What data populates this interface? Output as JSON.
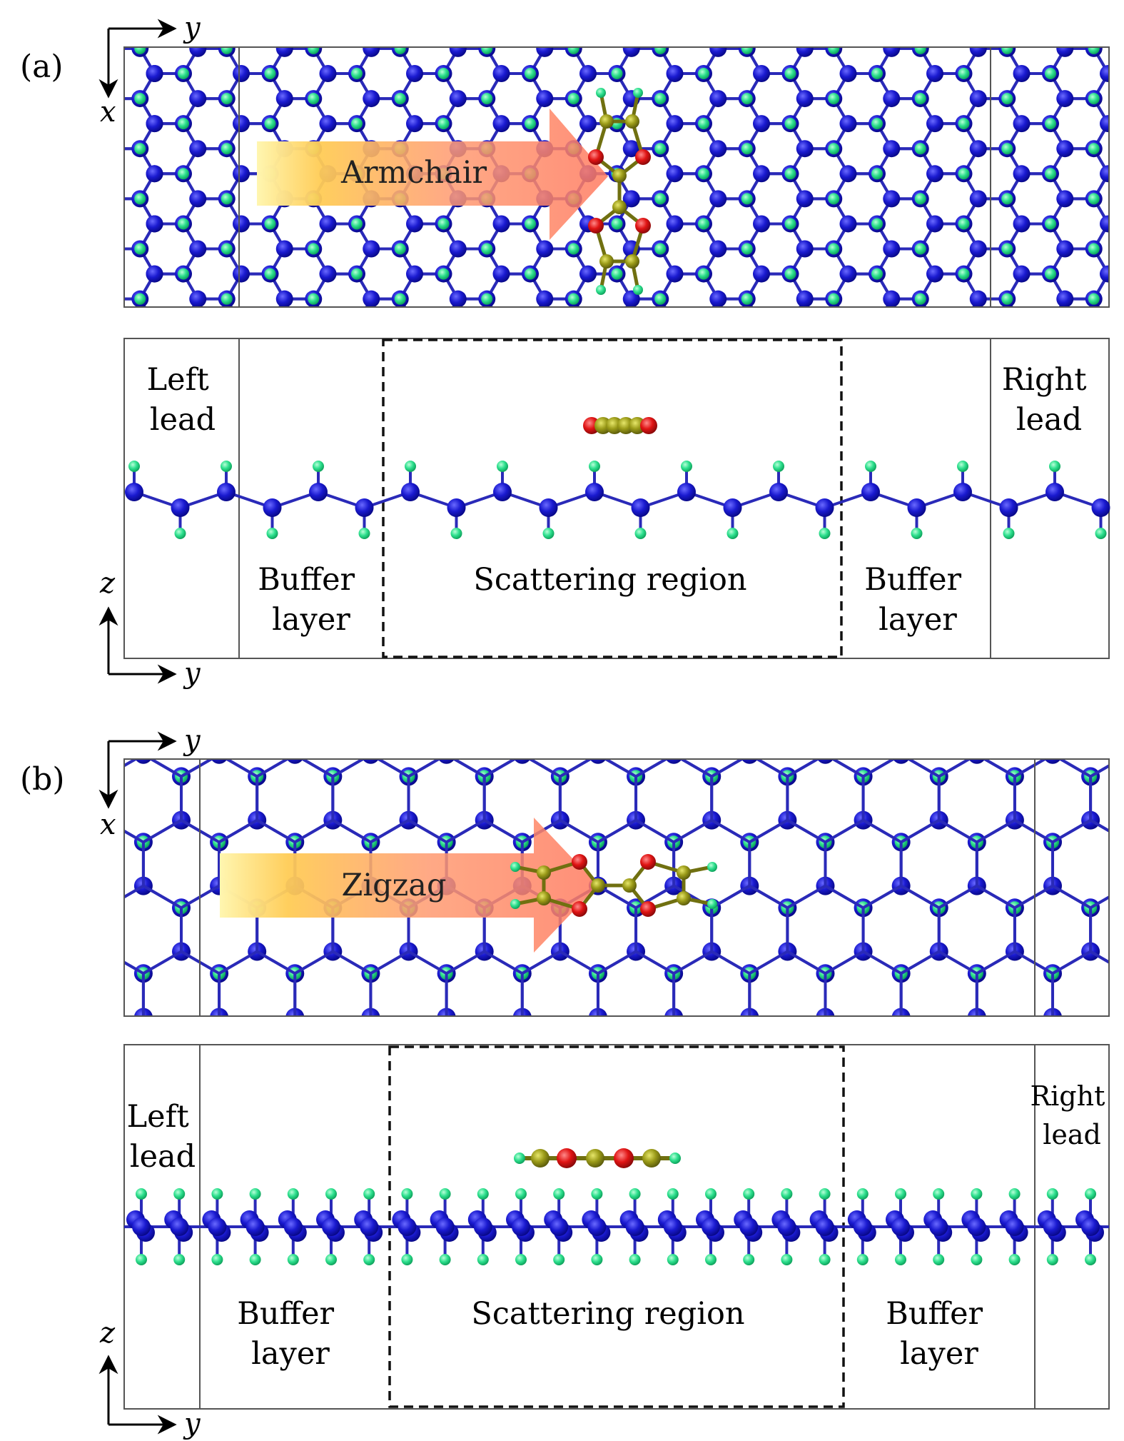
{
  "colors": {
    "atom_main": "#1a1acc",
    "atom_h": "#22dd88",
    "bond": "#2a2ab8",
    "molecule_c": "#8a8a10",
    "molecule_o": "#dd1111",
    "arrow_start": "#fff2a8",
    "arrow_mid": "#ffb070",
    "arrow_end": "#ff7a60"
  },
  "icons": {
    "axis_arrows": "axis-arrow-icon",
    "atoms": "atom-sphere-icon"
  },
  "panels": {
    "a": {
      "label": "(a)",
      "direction": "Armchair",
      "top_axes": {
        "right": "y",
        "down": "x"
      },
      "side_axes": {
        "up": "z",
        "right": "y"
      },
      "left_lead": [
        "Left",
        "lead"
      ],
      "right_lead": [
        "Right",
        "lead"
      ],
      "buffer_left": [
        "Buffer",
        "layer"
      ],
      "buffer_right": [
        "Buffer",
        "layer"
      ],
      "scattering": "Scattering region"
    },
    "b": {
      "label": "(b)",
      "direction": "Zigzag",
      "top_axes": {
        "right": "y",
        "down": "x"
      },
      "side_axes": {
        "up": "z",
        "right": "y"
      },
      "left_lead": [
        "Left",
        "lead"
      ],
      "right_lead": [
        "Right",
        "lead"
      ],
      "buffer_left": [
        "Buffer",
        "layer"
      ],
      "buffer_right": [
        "Buffer",
        "layer"
      ],
      "scattering": "Scattering region"
    }
  }
}
